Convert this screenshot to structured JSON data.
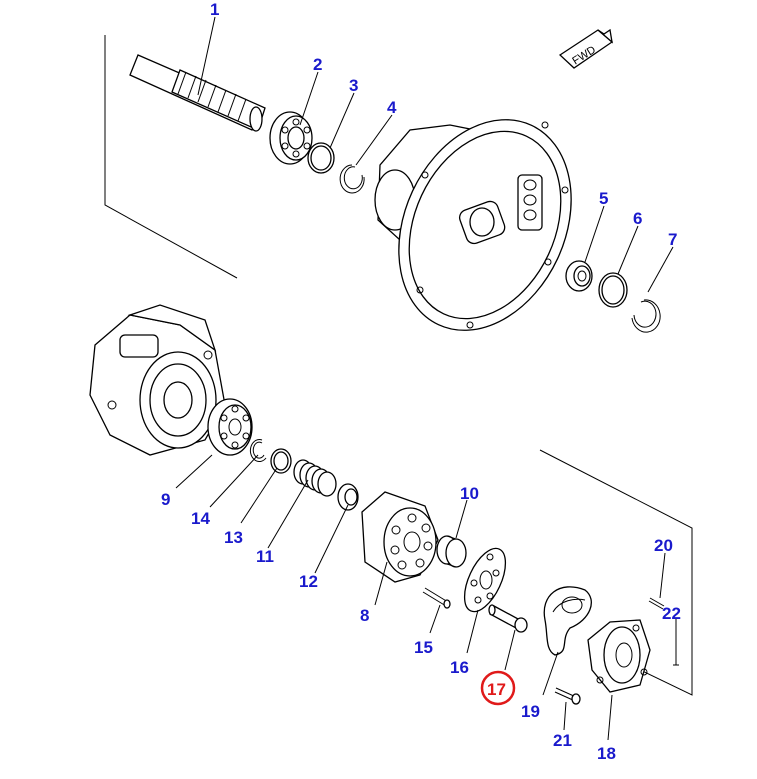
{
  "direction_tag": "FWD",
  "highlight_color": "#e01a1a",
  "label_color": "#1a1acc",
  "highlighted_part": "17",
  "callouts": {
    "p1": "1",
    "p2": "2",
    "p3": "3",
    "p4": "4",
    "p5": "5",
    "p6": "6",
    "p7": "7",
    "p8": "8",
    "p9": "9",
    "p10": "10",
    "p11": "11",
    "p12": "12",
    "p13": "13",
    "p14": "14",
    "p15": "15",
    "p16": "16",
    "p17": "17",
    "p18": "18",
    "p19": "19",
    "p20": "20",
    "p21": "21",
    "p22": "22"
  }
}
